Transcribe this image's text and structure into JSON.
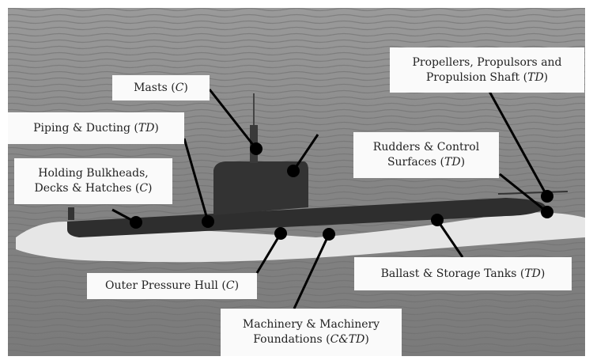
{
  "labels": {
    "masts": {
      "text": "Masts",
      "code": "C"
    },
    "piping": {
      "text": "Piping & Ducting",
      "code": "TD"
    },
    "holding_line1": "Holding Bulkheads,",
    "holding": {
      "text": "Decks & Hatches",
      "code": "C"
    },
    "propellers_line1": "Propellers, Propulsors and",
    "propellers": {
      "text": "Propulsion Shaft",
      "code": "TD"
    },
    "rudders_line1": "Rudders & Control",
    "rudders": {
      "text": "Surfaces",
      "code": "TD"
    },
    "outer_hull": {
      "text": "Outer Pressure Hull",
      "code": "C"
    },
    "machinery_line1": "Machinery & Machinery",
    "machinery": {
      "text": "Foundations",
      "code": "C&TD"
    },
    "ballast": {
      "text": "Ballast & Storage Tanks",
      "code": "TD"
    }
  },
  "colors": {
    "sea": "#8a8a8a",
    "hull": "#2e2e2e",
    "label_bg": "#fafafa",
    "marker": "#000000"
  }
}
